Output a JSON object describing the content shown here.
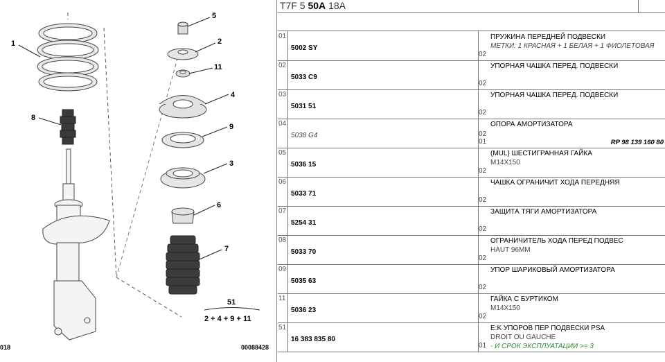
{
  "diagram": {
    "callouts": [
      "1",
      "8",
      "5",
      "2",
      "11",
      "4",
      "9",
      "3",
      "6",
      "7"
    ],
    "kit_number": "51",
    "kit_formula": "2 + 4 + 9 + 11",
    "footer_left": "018",
    "footer_right": "00088428"
  },
  "header": {
    "code_prefix": "T7F 5",
    "code_bold": "50A",
    "code_suffix": "18A"
  },
  "rows": [
    {
      "num": "01",
      "part": "5002 SY",
      "ref": "",
      "qty": "02",
      "qty2": "",
      "d1": "ПРУЖИНА ПЕРЕДНЕЙ ПОДВЕСКИ",
      "d2": "МЕТКИ: 1 КРАСНАЯ + 1 БЕЛАЯ + 1 ФИОЛЕТОВАЯ",
      "d3": ""
    },
    {
      "num": "02",
      "part": "5033 C9",
      "ref": "",
      "qty": "02",
      "qty2": "",
      "d1": "УПОРНАЯ ЧАШКА ПЕРЕД. ПОДВЕСКИ",
      "d2": "",
      "d3": ""
    },
    {
      "num": "03",
      "part": "5031 51",
      "ref": "",
      "qty": "02",
      "qty2": "",
      "d1": "УПОРНАЯ ЧАШКА ПЕРЕД. ПОДВЕСКИ",
      "d2": "",
      "d3": ""
    },
    {
      "num": "04",
      "part": "5038 G4",
      "ref": "RP 98 139 160 80",
      "qty": "01",
      "qty2": "02",
      "d1": "ОПОРА АМОРТИЗАТОРА",
      "d2": "",
      "d3": ""
    },
    {
      "num": "05",
      "part": "5036 15",
      "ref": "",
      "qty": "02",
      "qty2": "",
      "d1": "(MUL) ШЕСТИГРАННАЯ ГАЙКА",
      "d2": "M14X150",
      "d3": ""
    },
    {
      "num": "06",
      "part": "5033 71",
      "ref": "",
      "qty": "02",
      "qty2": "",
      "d1": "ЧАШКА ОГРАНИЧИТ ХОДА ПЕРЕДНЯЯ",
      "d2": "",
      "d3": ""
    },
    {
      "num": "07",
      "part": "5254 31",
      "ref": "",
      "qty": "02",
      "qty2": "",
      "d1": "ЗАЩИТА ТЯГИ АМОРТИЗАТОРА",
      "d2": "",
      "d3": ""
    },
    {
      "num": "08",
      "part": "5033 70",
      "ref": "",
      "qty": "02",
      "qty2": "",
      "d1": "ОГРАНИЧИТЕЛЬ ХОДА ПЕРЕД ПОДВЕС",
      "d2": "HAUT 96MM",
      "d3": ""
    },
    {
      "num": "09",
      "part": "5035 63",
      "ref": "",
      "qty": "02",
      "qty2": "",
      "d1": "УПОР ШАРИКОВЫЙ АМОРТИЗАТОРА",
      "d2": "",
      "d3": ""
    },
    {
      "num": "11",
      "part": "5036 23",
      "ref": "",
      "qty": "02",
      "qty2": "",
      "d1": "ГАЙКА С БУРТИКОМ",
      "d2": "M14X150",
      "d3": ""
    },
    {
      "num": "51",
      "part": "16 383 835 80",
      "ref": "",
      "qty": "01",
      "qty2": "",
      "d1": "E:K УПОРОВ ПЕР ПОДВЕСКИ PSA",
      "d2": "DROIT OU GAUCHE",
      "d3": "- И СРОК ЭКСПЛУАТАЦИИ >= 3"
    }
  ]
}
